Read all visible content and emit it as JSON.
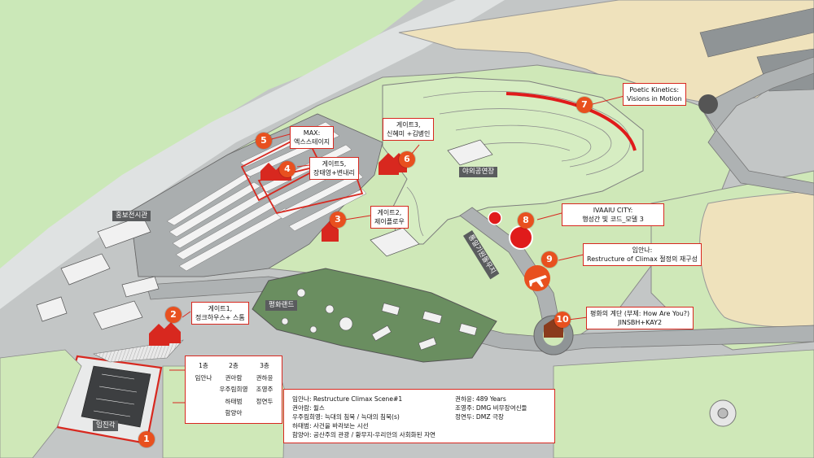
{
  "labels": {
    "hongbo_hall": "홍보전시관",
    "outdoor_stage": "야외공연장",
    "peace_land": "평화랜드",
    "imjingak": "임진각",
    "unification": "통일기원돌무지"
  },
  "pins": [
    "1",
    "2",
    "3",
    "4",
    "5",
    "6",
    "7",
    "8",
    "9",
    "10"
  ],
  "callouts": {
    "gate1": {
      "line1": "게이트1,",
      "line2": "정크하우스+ 스톰"
    },
    "gate2": {
      "line1": "게이트2,",
      "line2": "제이플로우"
    },
    "gate3": {
      "line1": "게이트3,",
      "line2": "신혜미 +김병인"
    },
    "gate5": {
      "line1": "게이트5,",
      "line2": "장태영+변내리"
    },
    "max": {
      "line1": "MAX:",
      "line2": "엑스스테이지"
    },
    "site7": {
      "line1": "Poetic Kinetics:",
      "line2": "Visions in Motion"
    },
    "site8": {
      "line1": "IVAAIU CITY:",
      "line2": "행성간 빛 코드_모델 3"
    },
    "site9": {
      "line1": "임안나:",
      "line2": "Restructure of Climax 절정의 재구성"
    },
    "site10": {
      "line1": "평화의 계단 (부제: How Are You?)",
      "line2": "JINSBH+KAY2"
    }
  },
  "floors": [
    {
      "header": "1층",
      "artists": [
        "임안나"
      ]
    },
    {
      "header": "2층",
      "artists": [
        "권아람",
        "우주림희영",
        "하태범",
        "함양아"
      ]
    },
    {
      "header": "3층",
      "artists": [
        "권하윤",
        "조영주",
        "정연두"
      ]
    }
  ],
  "works": {
    "left": [
      "임안나: Restructure Climax Scene#1",
      "권아람: 윌스",
      "우주림희영: 늑대의 침묵 / 늑대의 침묵(s)",
      "하태범: 사건을 바라보는 시선",
      "함양아: 공산주의 관광 / 황무지-우리안의 사회화된 자연"
    ],
    "right": [
      "권하윤: 489 Years",
      "조영주: DMG 비무장여신들",
      "정연두: DMZ 극장"
    ]
  },
  "colors": {
    "accent_red": "#d8281f",
    "pin_orange": "#e8501f",
    "grass": "#cfe8b8",
    "field": "#efe2bc",
    "label_dark": "#5a5c5e"
  }
}
